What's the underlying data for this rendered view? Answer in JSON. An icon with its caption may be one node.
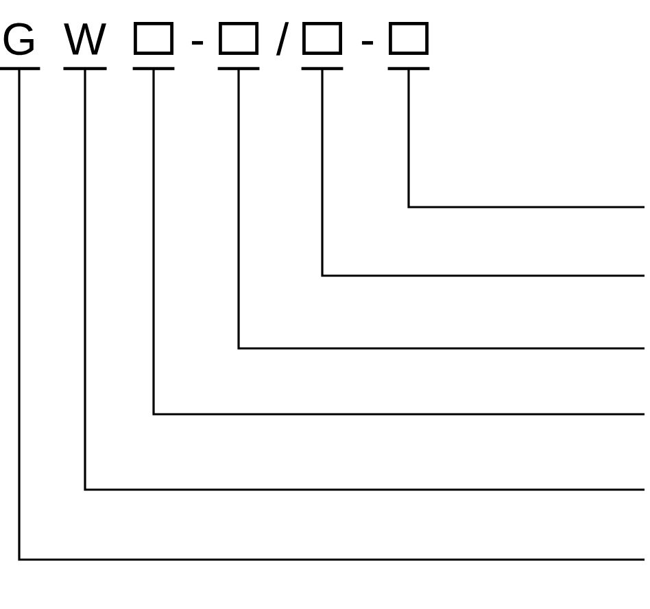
{
  "diagram": {
    "nodes": [
      {
        "text": [
          "G"
        ]
      },
      {
        "text": [
          "W"
        ]
      },
      {
        "text": [],
        "shape": "box"
      },
      {
        "text": [],
        "shape": "box"
      },
      {
        "text": [],
        "shape": "box"
      },
      {
        "text": [],
        "shape": "box"
      }
    ],
    "edges": [
      {
        "from": 0,
        "to": null,
        "arrow": "none"
      },
      {
        "from": 1,
        "to": null,
        "arrow": "none"
      },
      {
        "from": 2,
        "to": null,
        "arrow": "none"
      },
      {
        "from": 3,
        "to": null,
        "arrow": "none"
      },
      {
        "from": 4,
        "to": null,
        "arrow": "none"
      },
      {
        "from": 5,
        "to": null,
        "arrow": "none"
      }
    ],
    "labels": [
      "-",
      "/",
      "-"
    ]
  }
}
